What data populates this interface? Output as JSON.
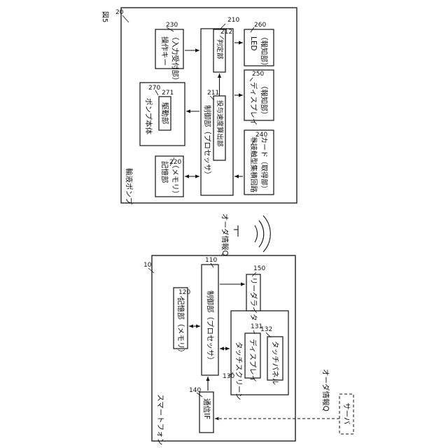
{
  "figure_label": "図5",
  "pump": {
    "ref": "20",
    "name": "輸液ポンプ",
    "processor": {
      "ref": "210",
      "label": "制御部（プロセッサ）"
    },
    "dose_calc": {
      "ref": "211",
      "label": "投与速度算出部"
    },
    "judge": {
      "ref": "212",
      "label": "判定部"
    },
    "memory": {
      "ref": "220",
      "label_1": "記憶部",
      "label_2": "（メモリ）"
    },
    "input_key": {
      "ref": "230",
      "label_1": "操作キー",
      "label_2": "（入力受付部）"
    },
    "reader": {
      "ref": "240",
      "label_1": "非接触型集積回路",
      "label_2": "カード（取得部）"
    },
    "display": {
      "ref": "250",
      "label_1": "ディスプレイ",
      "label_2": "（報知部）"
    },
    "led": {
      "ref": "260",
      "label_1": "LED",
      "label_2": "（報知部）"
    },
    "body": {
      "ref": "270",
      "label": "ポンプ本体"
    },
    "drive": {
      "ref": "271",
      "label": "駆動部"
    }
  },
  "phone": {
    "ref": "10",
    "name": "スマートフォン",
    "processor": {
      "ref": "110",
      "label": "制御部（プロセッサ）"
    },
    "memory": {
      "ref": "120",
      "label": "記憶部（メモリ）"
    },
    "touchscreen": {
      "ref": "130",
      "label": "タッチスクリーン"
    },
    "display": {
      "ref": "131",
      "label": "ディスプレイ"
    },
    "touchpanel": {
      "ref": "132",
      "label": "タッチパネル"
    },
    "comm": {
      "ref": "140",
      "label": "通信IF"
    },
    "reader_writer": {
      "ref": "150",
      "label": "リーダライタ"
    }
  },
  "order_info_wireless": "オーダ情報Q",
  "order_info_server": "オーダ情報Q",
  "server": "サーバ"
}
